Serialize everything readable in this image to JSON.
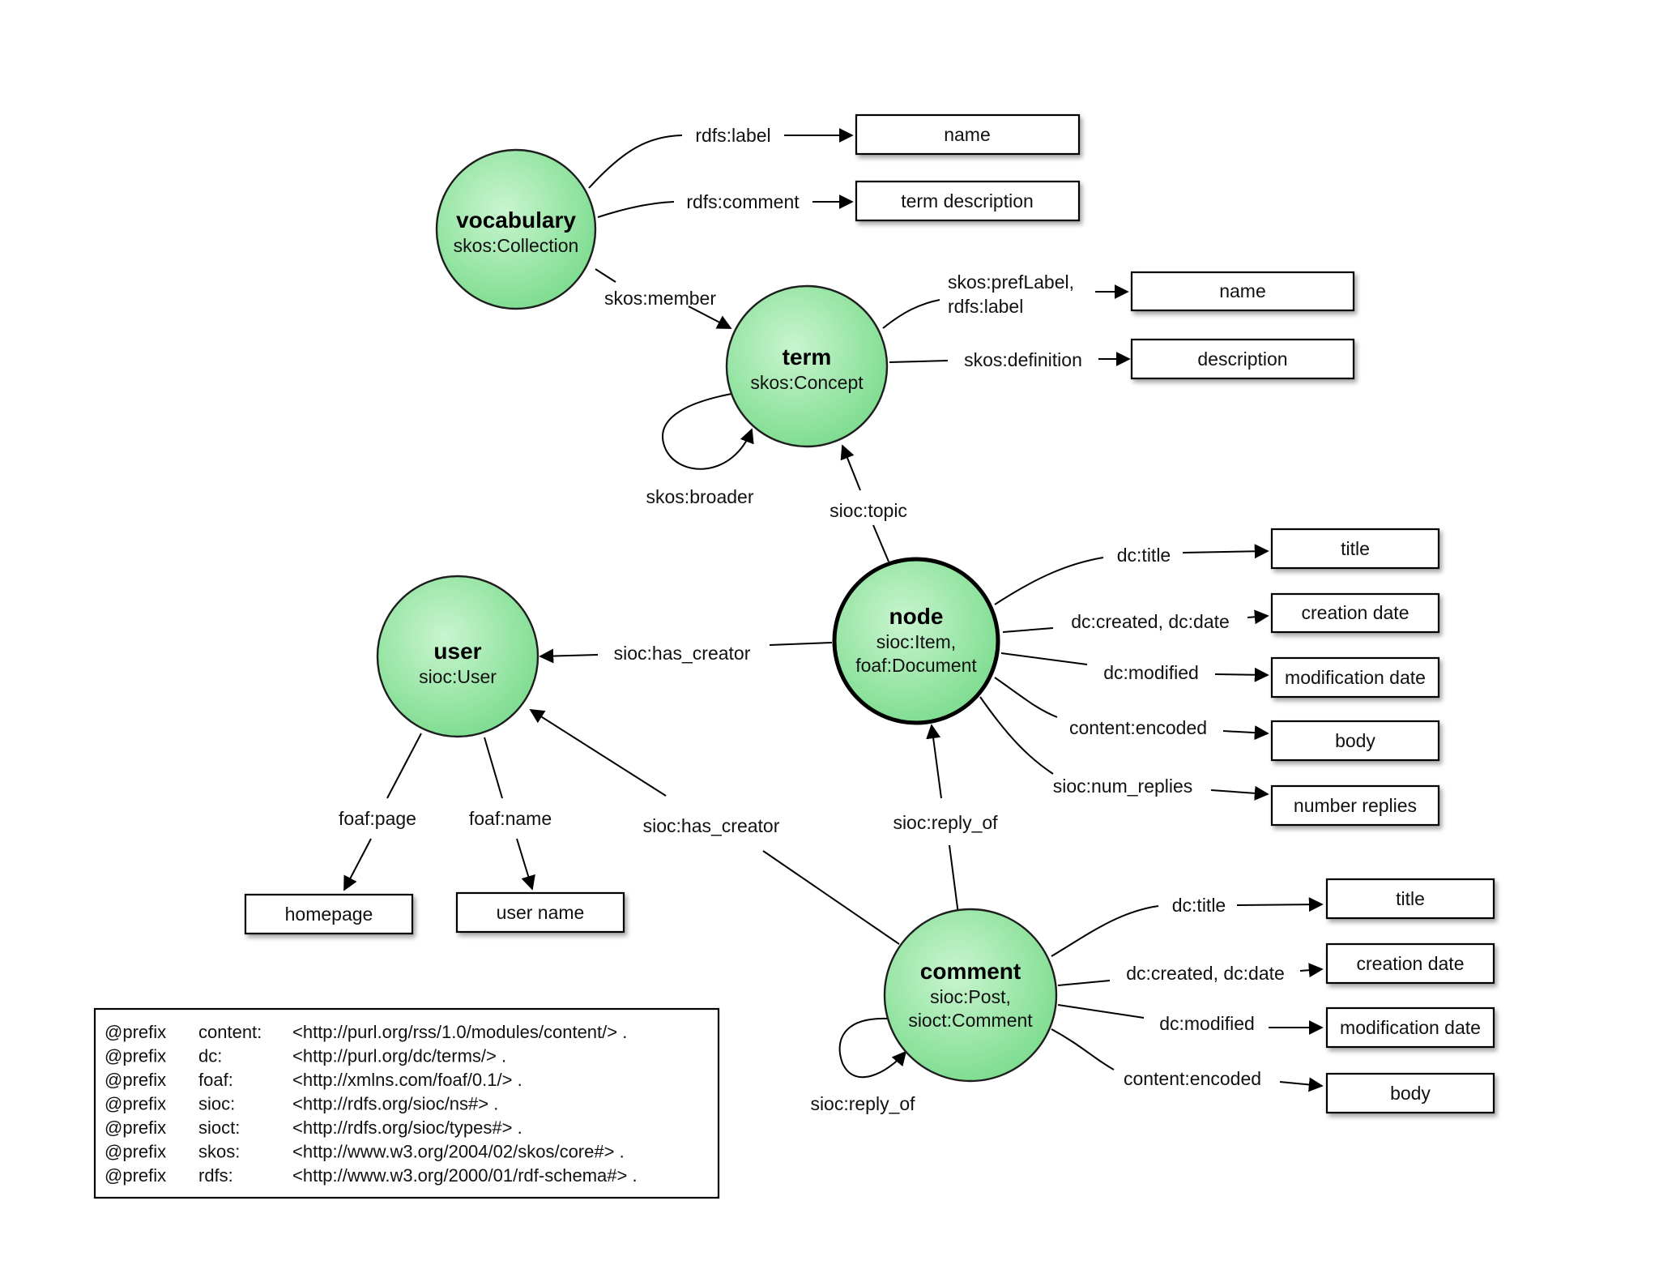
{
  "nodes": {
    "vocabulary": {
      "title": "vocabulary",
      "types": [
        "skos:Collection"
      ]
    },
    "term": {
      "title": "term",
      "types": [
        "skos:Concept"
      ]
    },
    "node": {
      "title": "node",
      "types": [
        "sioc:Item,",
        "foaf:Document"
      ]
    },
    "user": {
      "title": "user",
      "types": [
        "sioc:User"
      ]
    },
    "comment": {
      "title": "comment",
      "types": [
        "sioc:Post,",
        "sioct:Comment"
      ]
    }
  },
  "edges": {
    "voc_label": "rdfs:label",
    "voc_comment": "rdfs:comment",
    "voc_member": "skos:member",
    "term_preflabel": [
      "skos:prefLabel,",
      "rdfs:label"
    ],
    "term_definition": "skos:definition",
    "term_broader": "skos:broader",
    "node_topic": "sioc:topic",
    "node_title": "dc:title",
    "node_created": "dc:created, dc:date",
    "node_modified": "dc:modified",
    "node_content": "content:encoded",
    "node_replies": "sioc:num_replies",
    "node_creator": "sioc:has_creator",
    "user_page": "foaf:page",
    "user_name": "foaf:name",
    "comment_creator": "sioc:has_creator",
    "comment_replyof_node": "sioc:reply_of",
    "comment_replyof_self": "sioc:reply_of",
    "comment_title": "dc:title",
    "comment_created": "dc:created, dc:date",
    "comment_modified": "dc:modified",
    "comment_content": "content:encoded"
  },
  "literals": {
    "voc_name": "name",
    "voc_description": "term description",
    "term_name": "name",
    "term_description": "description",
    "node_title": "title",
    "node_created": "creation date",
    "node_modified": "modification date",
    "node_body": "body",
    "node_replies": "number replies",
    "user_homepage": "homepage",
    "user_name": "user name",
    "comment_title": "title",
    "comment_created": "creation date",
    "comment_modified": "modification date",
    "comment_body": "body"
  },
  "prefixes": [
    {
      "kw": "@prefix",
      "ns": "content:",
      "uri": "<http://purl.org/rss/1.0/modules/content/> ."
    },
    {
      "kw": "@prefix",
      "ns": "dc:",
      "uri": "<http://purl.org/dc/terms/> ."
    },
    {
      "kw": "@prefix",
      "ns": "foaf:",
      "uri": "<http://xmlns.com/foaf/0.1/> ."
    },
    {
      "kw": "@prefix",
      "ns": "sioc:",
      "uri": "<http://rdfs.org/sioc/ns#> ."
    },
    {
      "kw": "@prefix",
      "ns": "sioct:",
      "uri": "<http://rdfs.org/sioc/types#> ."
    },
    {
      "kw": "@prefix",
      "ns": "skos:",
      "uri": "<http://www.w3.org/2004/02/skos/core#> ."
    },
    {
      "kw": "@prefix",
      "ns": "rdfs:",
      "uri": "<http://www.w3.org/2000/01/rdf-schema#> ."
    }
  ],
  "colors": {
    "node_fill_light": "#c9f5cf",
    "node_fill_dark": "#7ddc8f",
    "stroke": "#000000"
  }
}
